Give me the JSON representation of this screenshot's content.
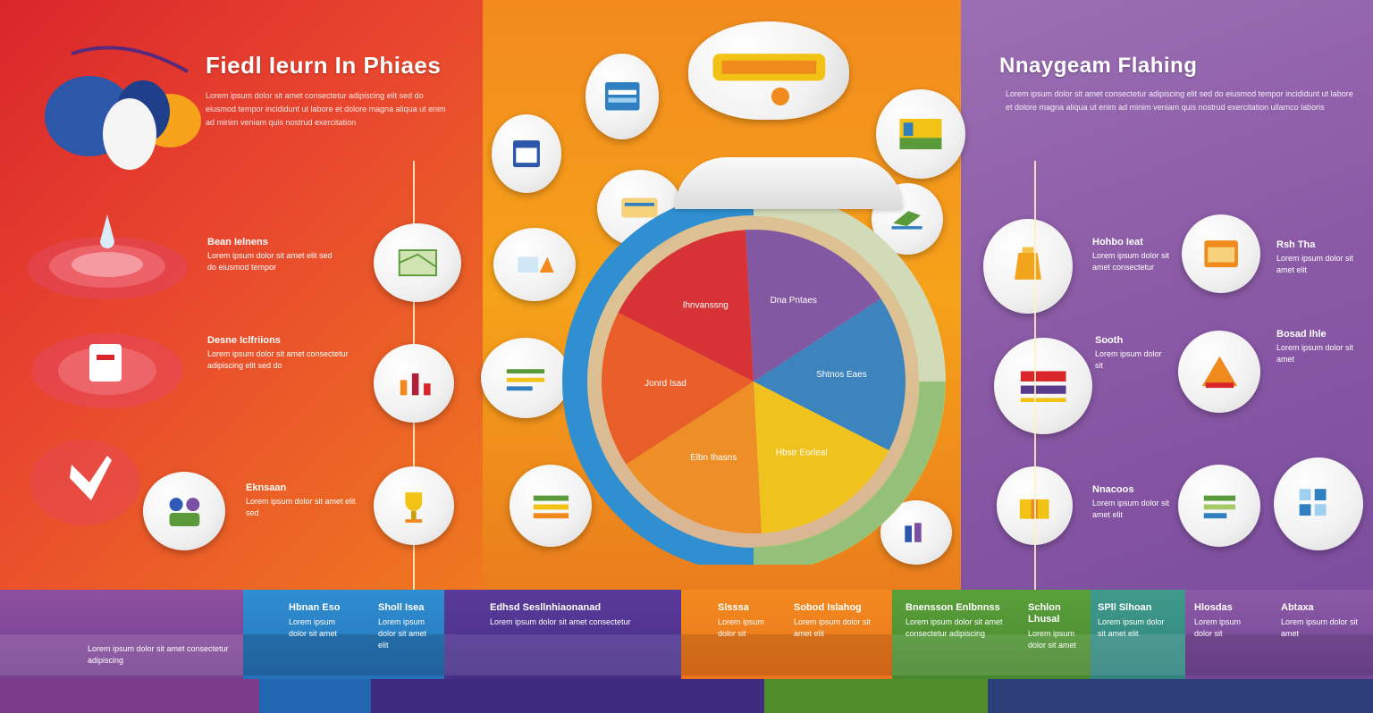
{
  "left": {
    "title": "Fiedl Ieurn In Phiaes",
    "paragraph": "Lorem ipsum dolor sit amet consectetur adipiscing elit sed do eiusmod tempor incididunt ut labore et dolore magna aliqua ut enim ad minim veniam quis nostrud exercitation",
    "items": [
      {
        "heading": "Bean Ielnens",
        "text": "Lorem ipsum dolor sit amet elit sed do eiusmod tempor"
      },
      {
        "heading": "Desne Iclfriions",
        "text": "Lorem ipsum dolor sit amet consectetur adipiscing elit sed do"
      },
      {
        "heading": "Eknsaan",
        "text": "Lorem ipsum dolor sit amet elit sed"
      }
    ]
  },
  "right": {
    "title": "Nnaygeam Flahing",
    "paragraph": "Lorem ipsum dolor sit amet consectetur adipiscing elit sed do eiusmod tempor incididunt ut labore et dolore magna aliqua ut enim ad minim veniam quis nostrud exercitation ullamco laboris",
    "items": [
      {
        "heading": "Hohbo Ieat",
        "text": "Lorem ipsum dolor sit amet consectetur"
      },
      {
        "heading": "Rsh Tha",
        "text": "Lorem ipsum dolor sit amet elit"
      },
      {
        "heading": "Sooth",
        "text": "Lorem ipsum dolor sit"
      },
      {
        "heading": "Bosad Ihle",
        "text": "Lorem ipsum dolor sit amet"
      },
      {
        "heading": "Nnacoos",
        "text": "Lorem ipsum dolor sit amet elit"
      }
    ]
  },
  "wheel": {
    "segments": [
      {
        "label": "Ihnvanssng",
        "color": "#d6262d"
      },
      {
        "label": "Dna Pntaes",
        "color": "#7b4fa3"
      },
      {
        "label": "Shtnos Eaes",
        "color": "#2f7fc1"
      },
      {
        "label": "Hbstr Eorleal",
        "color": "#f2c214"
      },
      {
        "label": "Elbn Ihasns",
        "color": "#f08a1c"
      },
      {
        "label": "Jonrd Isad",
        "color": "#e9561f"
      }
    ]
  },
  "bottom": {
    "cells": [
      {
        "heading": "",
        "text": "Lorem ipsum dolor sit amet consectetur adipiscing"
      },
      {
        "heading": "Hbnan Eso",
        "text": "Lorem ipsum dolor sit amet"
      },
      {
        "heading": "Sholl Isea",
        "text": "Lorem ipsum dolor sit amet elit"
      },
      {
        "heading": "Edhsd Sesllnhiaonanad",
        "text": "Lorem ipsum dolor sit amet consectetur"
      },
      {
        "heading": "Slsssa",
        "text": "Lorem ipsum dolor sit"
      },
      {
        "heading": "Sobod Islahog",
        "text": "Lorem ipsum dolor sit amet elit"
      },
      {
        "heading": "Bnensson Enlbnnss",
        "text": "Lorem ipsum dolor sit amet consectetur adipiscing"
      },
      {
        "heading": "Schlon Lhusal",
        "text": "Lorem ipsum dolor sit amet"
      },
      {
        "heading": "SPll Slhoan",
        "text": "Lorem ipsum dolor sit amet elit"
      },
      {
        "heading": "Hlosdas",
        "text": "Lorem ipsum dolor sit"
      },
      {
        "heading": "Abtaxa",
        "text": "Lorem ipsum dolor sit amet"
      }
    ]
  },
  "colors": {
    "red": "#d9262b",
    "orange": "#f08a1c",
    "purple": "#8b5aa6",
    "blue": "#2f7fc1",
    "green": "#5a9a3a",
    "yellow": "#f2c214"
  },
  "icons": [
    "balloon-icon",
    "ripple-icon",
    "document-icon",
    "hand-icon",
    "people-icon",
    "map-icon",
    "figures-icon",
    "trophy-icon",
    "browser-icon",
    "calendar-icon",
    "tag-icon",
    "chart-icon",
    "cloud-banner-icon",
    "landscape-icon",
    "bird-icon",
    "honey-icon",
    "window-icon",
    "warning-icon",
    "coins-icon",
    "bottle-icon",
    "gift-icon"
  ]
}
